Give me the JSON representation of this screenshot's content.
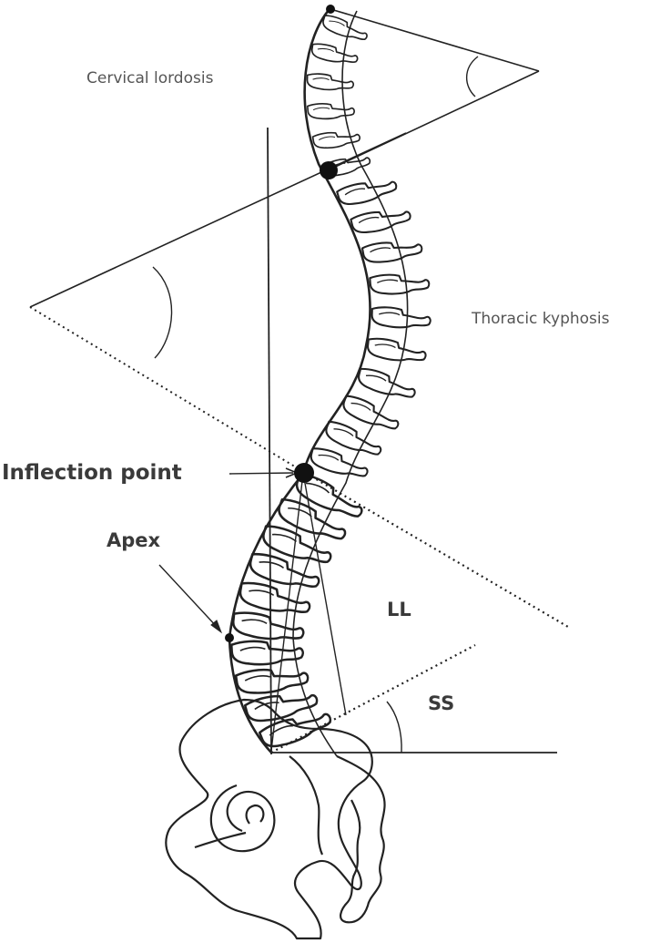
{
  "labels": {
    "cervical_lordosis": "Cervical lordosis",
    "thoracic_kyphosis": "Thoracic kyphosis",
    "inflection_point": "Inflection point",
    "apex": "Apex",
    "lumbar_lordosis": "LL",
    "sacral_slope": "SS"
  },
  "colors": {
    "ink": "#222222",
    "text": "#4a4a4a"
  }
}
